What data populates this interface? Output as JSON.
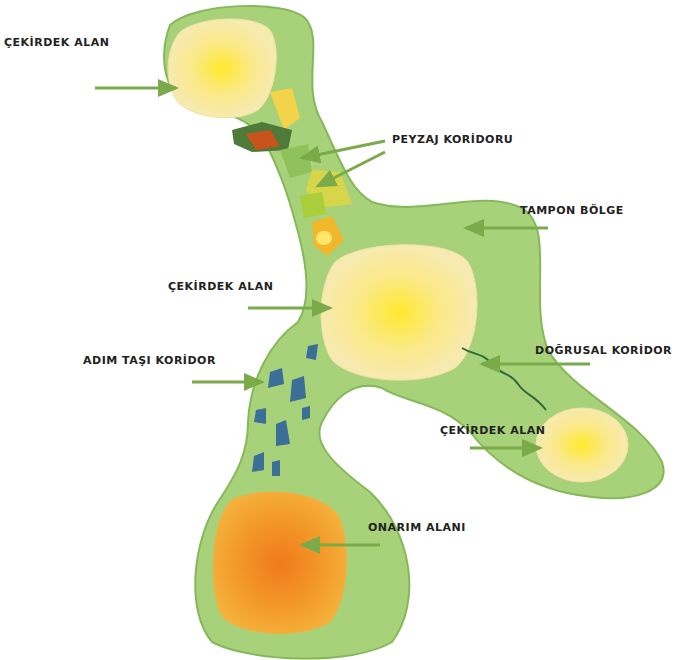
{
  "diagram": {
    "labels": [
      "ÇEKİRDEK ALAN",
      "PEYZAJ KORİDORU",
      "TAMPON BÖLGE",
      "ÇEKİRDEK ALAN",
      "ADIM TAŞI KORİDOR",
      "DOĞRUSAL KORİDOR",
      "ÇEKİRDEK ALAN",
      "ONARIM ALANI"
    ]
  }
}
